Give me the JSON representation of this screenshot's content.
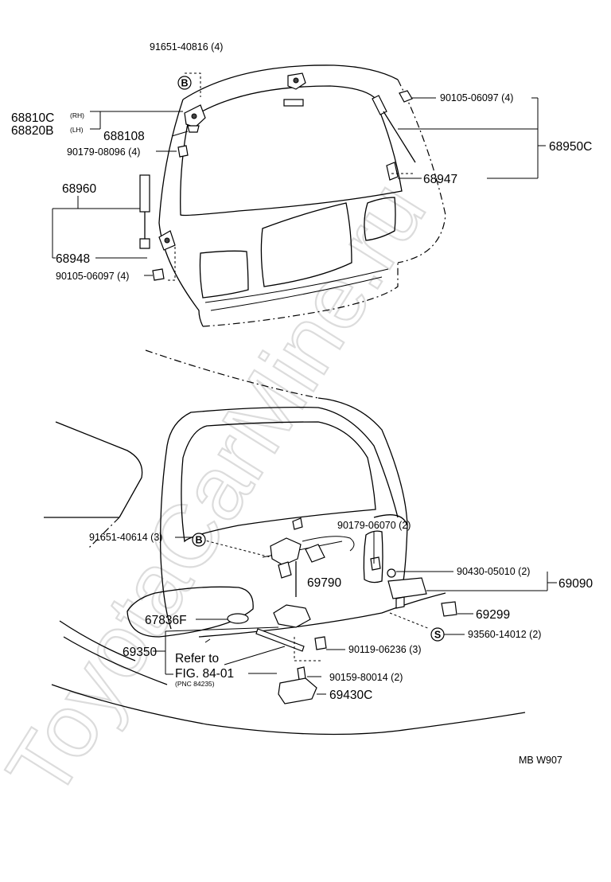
{
  "watermark": "ToyotaCarMine.ru",
  "figure_code": "MB W907",
  "markers": {
    "b": "B",
    "s": "S"
  },
  "labels": {
    "p91651_40816": "91651-40816 (4)",
    "p68810c": "68810C",
    "rh": "(RH)",
    "p68820b": "68820B",
    "lh": "(LH)",
    "p688108": "688108",
    "p90179_08096": "90179-08096 (4)",
    "p68960": "68960",
    "p68948": "68948",
    "p90105_06097_left": "90105-06097 (4)",
    "p90105_06097_right": "90105-06097 (4)",
    "p68950c": "68950C",
    "p68947": "68947",
    "p91651_40614": "91651-40614 (3)",
    "p90179_06070": "90179-06070 (2)",
    "p69790": "69790",
    "p90430_05010": "90430-05010 (2)",
    "p69090": "69090",
    "p67836f": "67836F",
    "p69299": "69299",
    "p69350": "69350",
    "p93560_14012": "93560-14012 (2)",
    "refer_to": "Refer to",
    "fig": "FIG. 84-01",
    "pnc": "(PNC 84235)",
    "p90119_06236": "90119-06236 (3)",
    "p90159_80014": "90159-80014 (2)",
    "p69430c": "69430C"
  }
}
